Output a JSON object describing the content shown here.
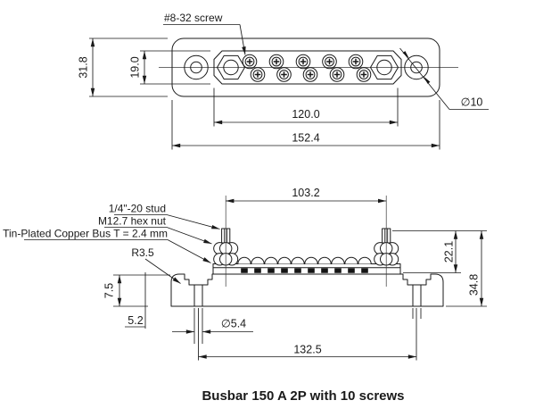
{
  "caption": "Busbar 150 A 2P with 10 screws",
  "colors": {
    "line": "#1a1a1a",
    "background": "#ffffff"
  },
  "top_view": {
    "screw_callout": "#8-32 screw",
    "hole_callout": "∅10",
    "dim_plate_height": "31.8",
    "dim_bus_height": "19.0",
    "dim_bus_length": "120.0",
    "dim_overall_length": "152.4"
  },
  "side_view": {
    "stud_callout": "1/4\"-20 stud",
    "nut_callout": "M12.7 hex nut",
    "bus_callout": "Tin-Plated Copper Bus T = 2.4 mm",
    "fillet_callout": "R3.5",
    "dim_stud_spacing": "103.2",
    "dim_stud_height": "22.1",
    "dim_overall_height": "34.8",
    "dim_foot_height": "7.5",
    "dim_foot_offset": "5.2",
    "dim_slot_dia": "∅5.4",
    "dim_mount_spacing": "132.5"
  }
}
